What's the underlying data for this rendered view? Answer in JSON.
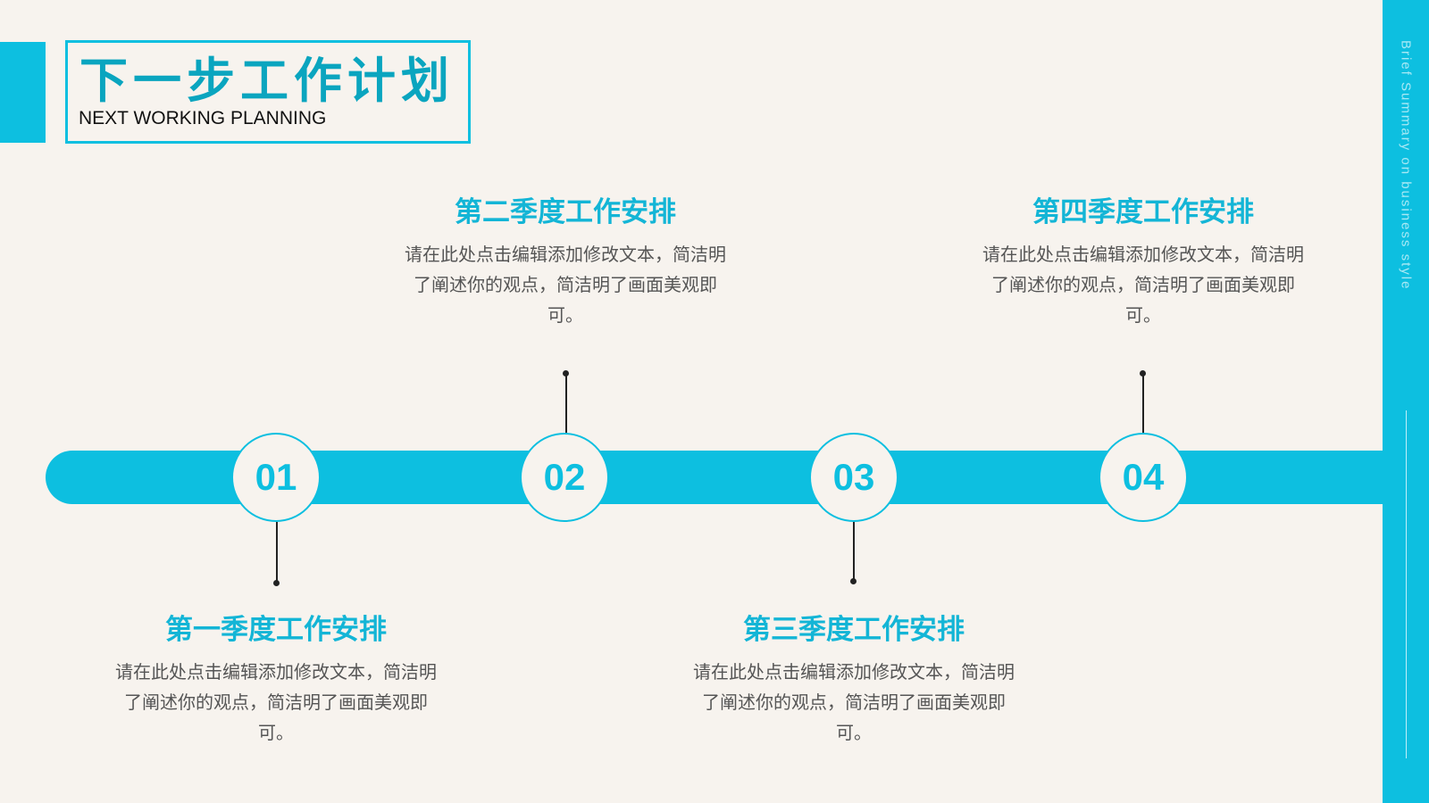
{
  "header": {
    "title": "下一步工作计划",
    "subtitle": "NEXT WORKING PLANNING"
  },
  "side": {
    "vertical_text": "Brief Summary on business style"
  },
  "colors": {
    "accent": "#0dbfe0",
    "title": "#0aa5bf",
    "background": "#f7f3ee"
  },
  "steps": [
    {
      "number": "01",
      "title": "第一季度工作安排",
      "body": "请在此处点击编辑添加修改文本，简洁明了阐述你的观点，简洁明了画面美观即可。"
    },
    {
      "number": "02",
      "title": "第二季度工作安排",
      "body": "请在此处点击编辑添加修改文本，简洁明了阐述你的观点，简洁明了画面美观即可。"
    },
    {
      "number": "03",
      "title": "第三季度工作安排",
      "body": "请在此处点击编辑添加修改文本，简洁明了阐述你的观点，简洁明了画面美观即可。"
    },
    {
      "number": "04",
      "title": "第四季度工作安排",
      "body": "请在此处点击编辑添加修改文本，简洁明了阐述你的观点，简洁明了画面美观即可。"
    }
  ]
}
